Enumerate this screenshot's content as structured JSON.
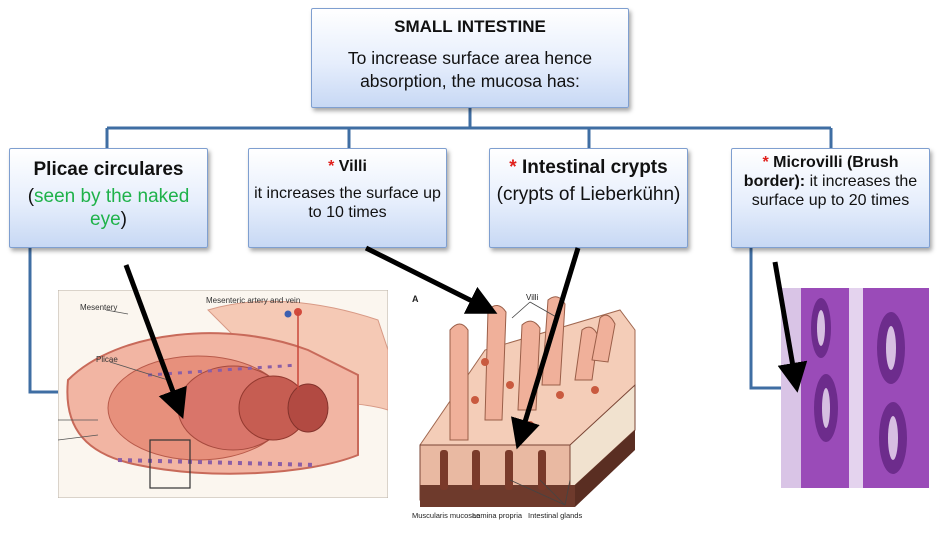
{
  "root": {
    "title": "SMALL INTESTINE",
    "text": "To increase surface area hence absorption, the mucosa has:"
  },
  "branches": [
    {
      "title": "Plicae circulares",
      "paren_open": "(",
      "green": "seen by the naked eye",
      "paren_close": ")"
    },
    {
      "star": "*",
      "title": "Villi",
      "text": "it increases the surface up to 10 times"
    },
    {
      "star": "*",
      "title": "Intestinal crypts",
      "text": "(crypts of Lieberkühn)"
    },
    {
      "star": "*",
      "title": "Microvilli (Brush border):",
      "text": "it increases the surface up to 20 times"
    }
  ],
  "figure_plicae": {
    "labels": [
      "Mesentery",
      "Mesenteric artery and vein",
      "Plicae"
    ]
  },
  "figure_villi": {
    "labels": [
      "A",
      "Villi",
      "Muscularis mucosae",
      "Lamina propria",
      "Intestinal glands"
    ]
  },
  "colors": {
    "connector": "#3f6ea3",
    "box_border": "#7f9fd0",
    "star": "#e0201c",
    "green_text": "#1fb24a",
    "histology": "#8b3fb0"
  }
}
